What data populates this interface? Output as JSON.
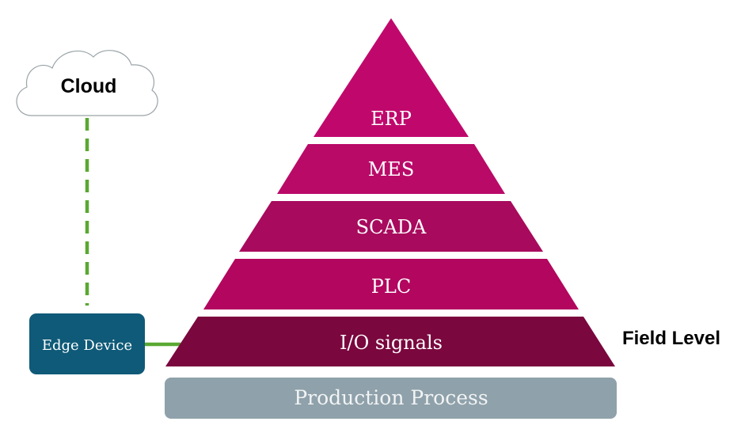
{
  "cloud": {
    "label": "Cloud"
  },
  "edge_device": {
    "label": "Edge Device",
    "color": "#0f5a78"
  },
  "field_level": {
    "label": "Field Level"
  },
  "pyramid": {
    "layers": [
      {
        "label": "ERP",
        "color": "#c0086c"
      },
      {
        "label": "MES",
        "color": "#b90a68"
      },
      {
        "label": "SCADA",
        "color": "#a80a5d"
      },
      {
        "label": "PLC",
        "color": "#b2065f"
      },
      {
        "label": "I/O signals",
        "color": "#7a073e"
      }
    ]
  },
  "base": {
    "label": "Production Process",
    "color": "#8fa1aa"
  },
  "connector_color": "#5aa832"
}
